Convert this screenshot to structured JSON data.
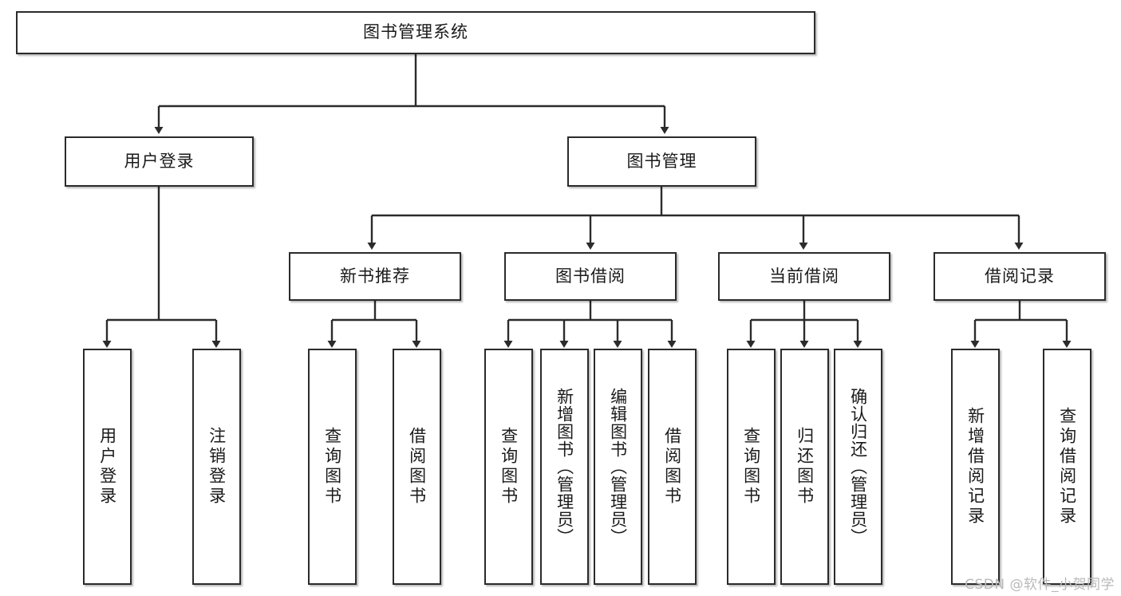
{
  "diagram": {
    "type": "tree-hierarchy-diagram",
    "title": "图书管理系统",
    "root": {
      "id": "root",
      "label": "图书管理系统"
    },
    "level2": [
      {
        "id": "user-login",
        "label": "用户登录"
      },
      {
        "id": "book-manage",
        "label": "图书管理"
      }
    ],
    "level3": [
      {
        "id": "new-book-recommend",
        "label": "新书推荐",
        "parent": "book-manage"
      },
      {
        "id": "book-borrow",
        "label": "图书借阅",
        "parent": "book-manage"
      },
      {
        "id": "current-borrow",
        "label": "当前借阅",
        "parent": "book-manage"
      },
      {
        "id": "borrow-record",
        "label": "借阅记录",
        "parent": "book-manage"
      }
    ],
    "leaves": [
      {
        "id": "leaf-user-login",
        "label": "用户登录",
        "parent": "user-login"
      },
      {
        "id": "leaf-logout-login",
        "label": "注销登录",
        "parent": "user-login"
      },
      {
        "id": "leaf-query-book-1",
        "label": "查询图书",
        "parent": "new-book-recommend"
      },
      {
        "id": "leaf-borrow-book-1",
        "label": "借阅图书",
        "parent": "new-book-recommend"
      },
      {
        "id": "leaf-query-book-2",
        "label": "查询图书",
        "parent": "book-borrow"
      },
      {
        "id": "leaf-add-book",
        "label": "新增图书（管理员）",
        "parent": "book-borrow"
      },
      {
        "id": "leaf-edit-book",
        "label": "编辑图书（管理员）",
        "parent": "book-borrow"
      },
      {
        "id": "leaf-borrow-book-2",
        "label": "借阅图书",
        "parent": "book-borrow"
      },
      {
        "id": "leaf-query-book-3",
        "label": "查询图书",
        "parent": "current-borrow"
      },
      {
        "id": "leaf-return-book",
        "label": "归还图书",
        "parent": "current-borrow"
      },
      {
        "id": "leaf-confirm-return",
        "label": "确认归还（管理员）",
        "parent": "current-borrow"
      },
      {
        "id": "leaf-add-record",
        "label": "新增借阅记录",
        "parent": "borrow-record"
      },
      {
        "id": "leaf-query-record",
        "label": "查询借阅记录",
        "parent": "borrow-record"
      }
    ],
    "watermark": "CSDN @软件_小贺同学",
    "colors": {
      "stroke": "#2b2b2b",
      "fill": "#ffffff",
      "text": "#1a1a1a",
      "watermark": "#b9b9b9"
    }
  }
}
